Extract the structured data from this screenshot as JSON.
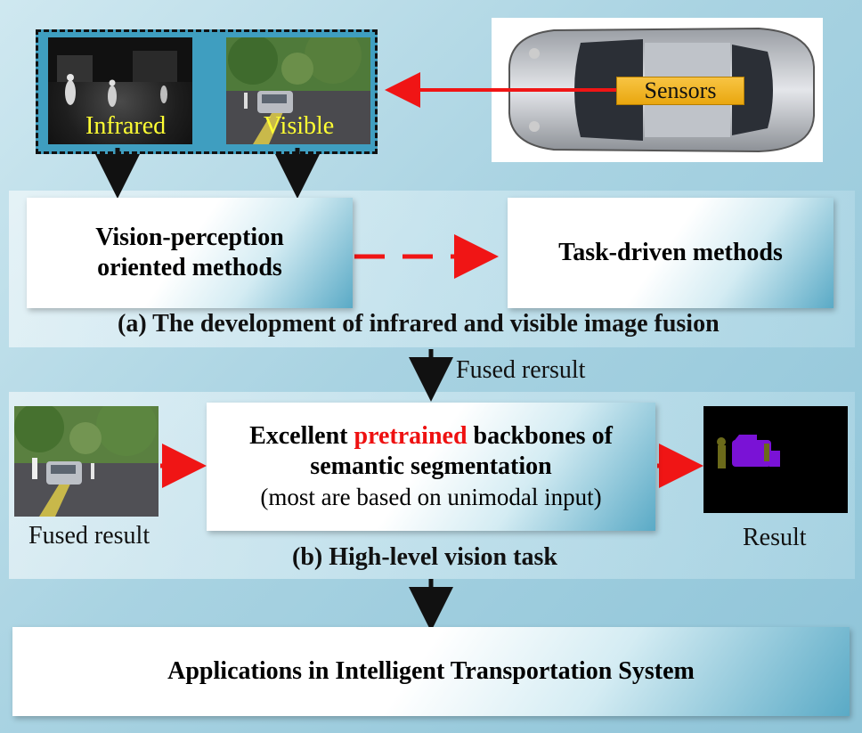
{
  "sensors": {
    "infrared_label": "Infrared",
    "visible_label": "Visible",
    "sensors_label": "Sensors"
  },
  "panel_a": {
    "left_box_line1": "Vision-perception",
    "left_box_line2": "oriented methods",
    "right_box": "Task-driven methods",
    "caption": "(a) The development of infrared and visible image fusion"
  },
  "fused_arrow_label": "Fused rersult",
  "panel_b": {
    "center_line1_prefix": "Excellent ",
    "center_line1_highlight": "pretrained",
    "center_line1_suffix": " backbones of",
    "center_line2": "semantic segmentation",
    "center_line3": "(most are based on unimodal input)",
    "left_label": "Fused result",
    "right_label": "Result",
    "caption": "(b) High-level vision task"
  },
  "applications": "Applications in Intelligent Transportation System",
  "colors": {
    "arrow_red": "#f01515",
    "highlight_red": "#ee1111",
    "label_yellow": "#ffff33",
    "sensor_box": "#f3b21a"
  }
}
